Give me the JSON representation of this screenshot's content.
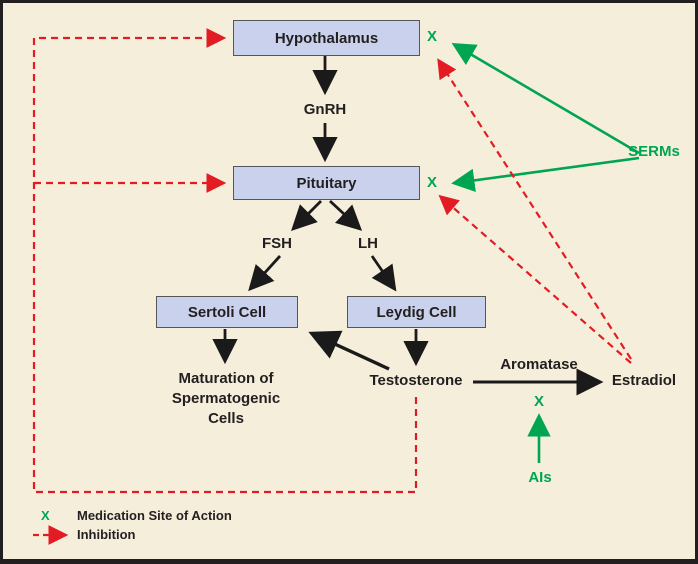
{
  "diagram": {
    "nodes": {
      "hypothalamus": "Hypothalamus",
      "pituitary": "Pituitary",
      "sertoli": "Sertoli Cell",
      "leydig": "Leydig Cell"
    },
    "labels": {
      "gnrh": "GnRH",
      "fsh": "FSH",
      "lh": "LH",
      "maturation": "Maturation of Spermatogenic Cells",
      "testosterone": "Testosterone",
      "aromatase": "Aromatase",
      "estradiol": "Estradiol",
      "serms": "SERMs",
      "ais": "AIs",
      "x_marker": "X"
    },
    "legend": {
      "x_symbol": "X",
      "x_label": "Medication Site of Action",
      "inhibition_label": "Inhibition"
    },
    "colors": {
      "background": "#f5eedb",
      "box_fill": "#c9d1ec",
      "box_border": "#55565a",
      "text": "#231f20",
      "medication_green": "#00a551",
      "inhibition_red": "#e31b23"
    }
  }
}
